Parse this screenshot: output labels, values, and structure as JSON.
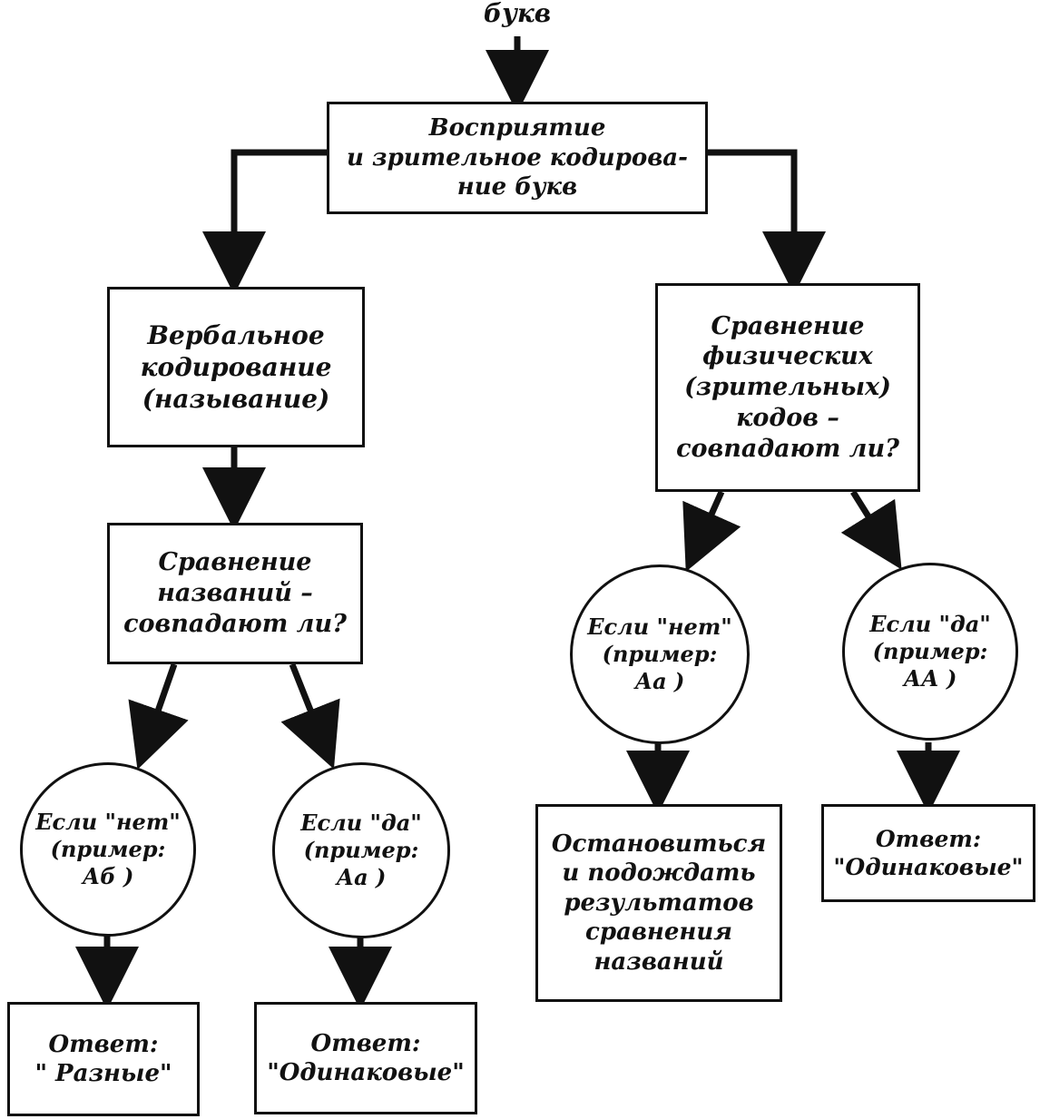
{
  "top_caption": "букв",
  "nodes": {
    "perception": {
      "lines": [
        "Восприятие",
        "и зрительное кодирова-",
        "ние букв"
      ]
    },
    "verbal_coding": {
      "lines": [
        "Вербальное",
        "кодирование",
        "(называние)"
      ]
    },
    "name_compare": {
      "lines": [
        "Сравнение",
        "названий –",
        "совпадают ли?"
      ]
    },
    "name_no": {
      "lines": [
        "Если \"нет\"",
        "(пример:",
        "Аб )"
      ]
    },
    "name_yes": {
      "lines": [
        "Если \"да\"",
        "(пример:",
        "Аа )"
      ]
    },
    "answer_different": {
      "lines": [
        "Ответ:",
        "\" Разные\""
      ]
    },
    "answer_same_left": {
      "lines": [
        "Ответ:",
        "\"Одинаковые\""
      ]
    },
    "physical_compare": {
      "lines": [
        "Сравнение",
        "физических",
        "(зрительных)",
        "кодов –",
        "совпадают ли?"
      ]
    },
    "physical_no": {
      "lines": [
        "Если \"нет\"",
        "(пример:",
        "Аа )"
      ]
    },
    "physical_yes": {
      "lines": [
        "Если \"да\"",
        "(пример:",
        "АА )"
      ]
    },
    "wait": {
      "lines": [
        "Остановиться",
        "и подождать",
        "результатов",
        "сравнения",
        "названий"
      ]
    },
    "answer_same_right": {
      "lines": [
        "Ответ:",
        "\"Одинаковые\""
      ]
    }
  }
}
